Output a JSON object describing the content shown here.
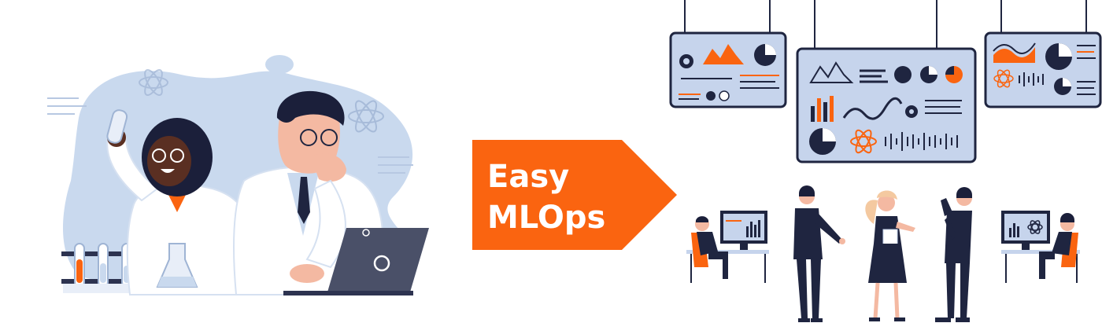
{
  "banner": {
    "line1": "Easy",
    "line2": "MLOps"
  },
  "colors": {
    "accent": "#fa6410",
    "navy": "#1f2540",
    "blob": "#c9d9ee",
    "panel": "#c6d4ec",
    "skin_dark": "#5a2f22",
    "skin_light": "#f4b9a2",
    "hair": "#1b1f3a"
  },
  "icons": [
    "scientist-illustration",
    "laptop-icon",
    "atom-icon",
    "gear-icon",
    "dashboard-panel",
    "pie-chart-icon",
    "bar-chart-icon",
    "office-workers-illustration"
  ]
}
